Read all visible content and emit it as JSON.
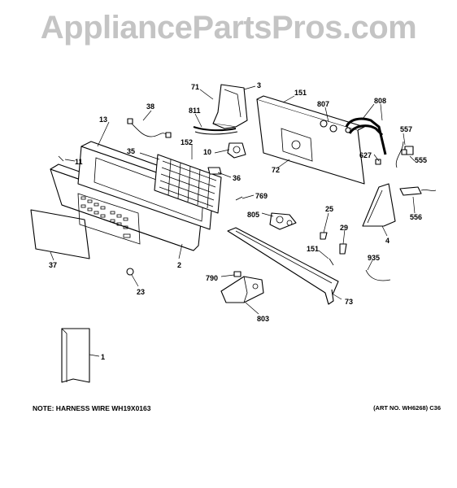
{
  "watermark": "AppliancePartsPros.com",
  "note": "NOTE: HARNESS WIRE WH19X0163",
  "art_no": "(ART NO. WH6268) C36",
  "callouts": {
    "c71": "71",
    "c3": "3",
    "c151a": "151",
    "c807": "807",
    "c808": "808",
    "c38": "38",
    "c811": "811",
    "c13": "13",
    "c557": "557",
    "c10": "10",
    "c152": "152",
    "c35": "35",
    "c627": "627",
    "c11": "11",
    "c72": "72",
    "c555": "555",
    "c36": "36",
    "c769": "769",
    "c556": "556",
    "c805": "805",
    "c25": "25",
    "c29": "29",
    "c4": "4",
    "c151b": "151",
    "c37": "37",
    "c935": "935",
    "c2": "2",
    "c790": "790",
    "c73": "73",
    "c23": "23",
    "c803": "803",
    "c1": "1"
  }
}
